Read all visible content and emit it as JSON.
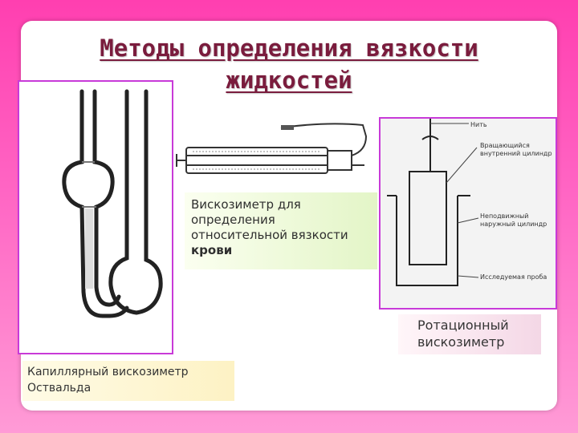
{
  "slide": {
    "title_line1": "Методы определения вязкости",
    "title_line2": "жидкостей"
  },
  "captions": {
    "capillary": [
      "Капиллярный вискозиметр",
      "Оствальда"
    ],
    "relative": [
      "Вискозиметр для",
      "определения",
      "относительной вязкости",
      "крови"
    ],
    "rotation": [
      "Ротационный",
      "вискозиметр"
    ]
  },
  "diagram_labels": {
    "thread": "Нить",
    "inner_cylinder": [
      "Вращающийся",
      "внутренний цилиндр"
    ],
    "outer_cylinder": [
      "Неподвижный",
      "наружный цилиндр"
    ],
    "sample": "Исследуемая проба"
  },
  "colors": {
    "background": "#ff66c4",
    "frame": "#c83ad8",
    "title": "#7a1c3d"
  }
}
